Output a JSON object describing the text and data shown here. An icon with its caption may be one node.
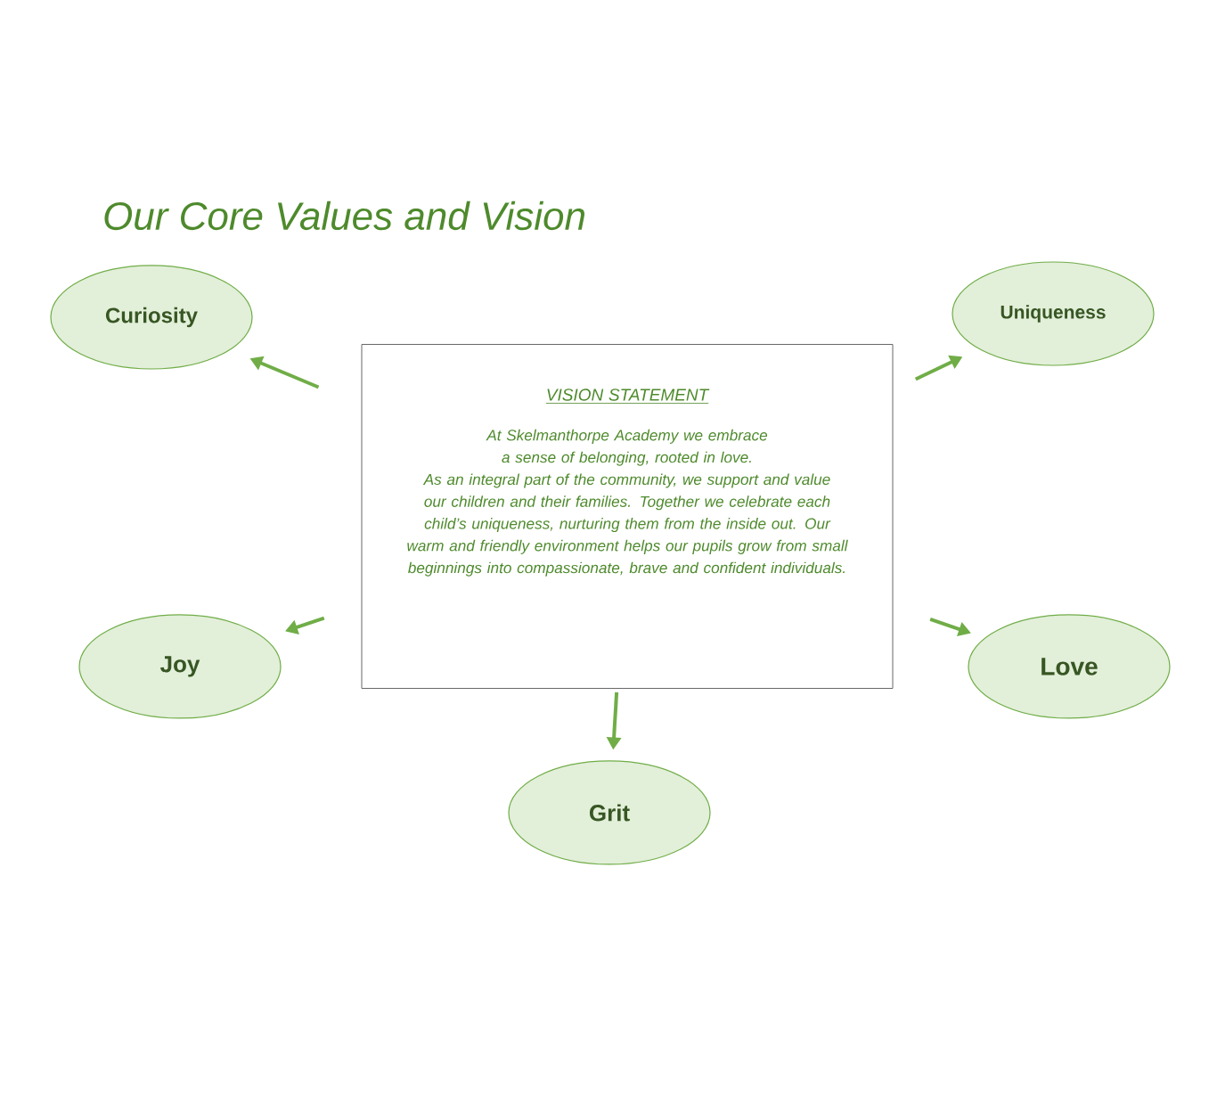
{
  "diagram": {
    "title": "Our Core Values and Vision",
    "nodes": [
      {
        "text": [
          "VISION STATEMENT",
          "At Skelmanthorpe Academy we embrace a sense of belonging, rooted in love.",
          "As an integral part of the community, we support and value our children and their families. Together we celebrate each child’s uniqueness, nurturing them from the inside out. Our warm and friendly environment helps our pupils grow from small beginnings into compassionate, brave and confident individuals."
        ]
      },
      {
        "text": [
          "Curiosity"
        ]
      },
      {
        "text": [
          "Uniqueness"
        ]
      },
      {
        "text": [
          "Joy"
        ]
      },
      {
        "text": [
          "Love"
        ]
      },
      {
        "text": [
          "Grit"
        ]
      }
    ],
    "edges": [
      {
        "from": 0,
        "to": 1,
        "arrow": "to"
      },
      {
        "from": 0,
        "to": 2,
        "arrow": "to"
      },
      {
        "from": 0,
        "to": 3,
        "arrow": "to"
      },
      {
        "from": 0,
        "to": 4,
        "arrow": "to"
      },
      {
        "from": 0,
        "to": 5,
        "arrow": "to"
      }
    ]
  }
}
